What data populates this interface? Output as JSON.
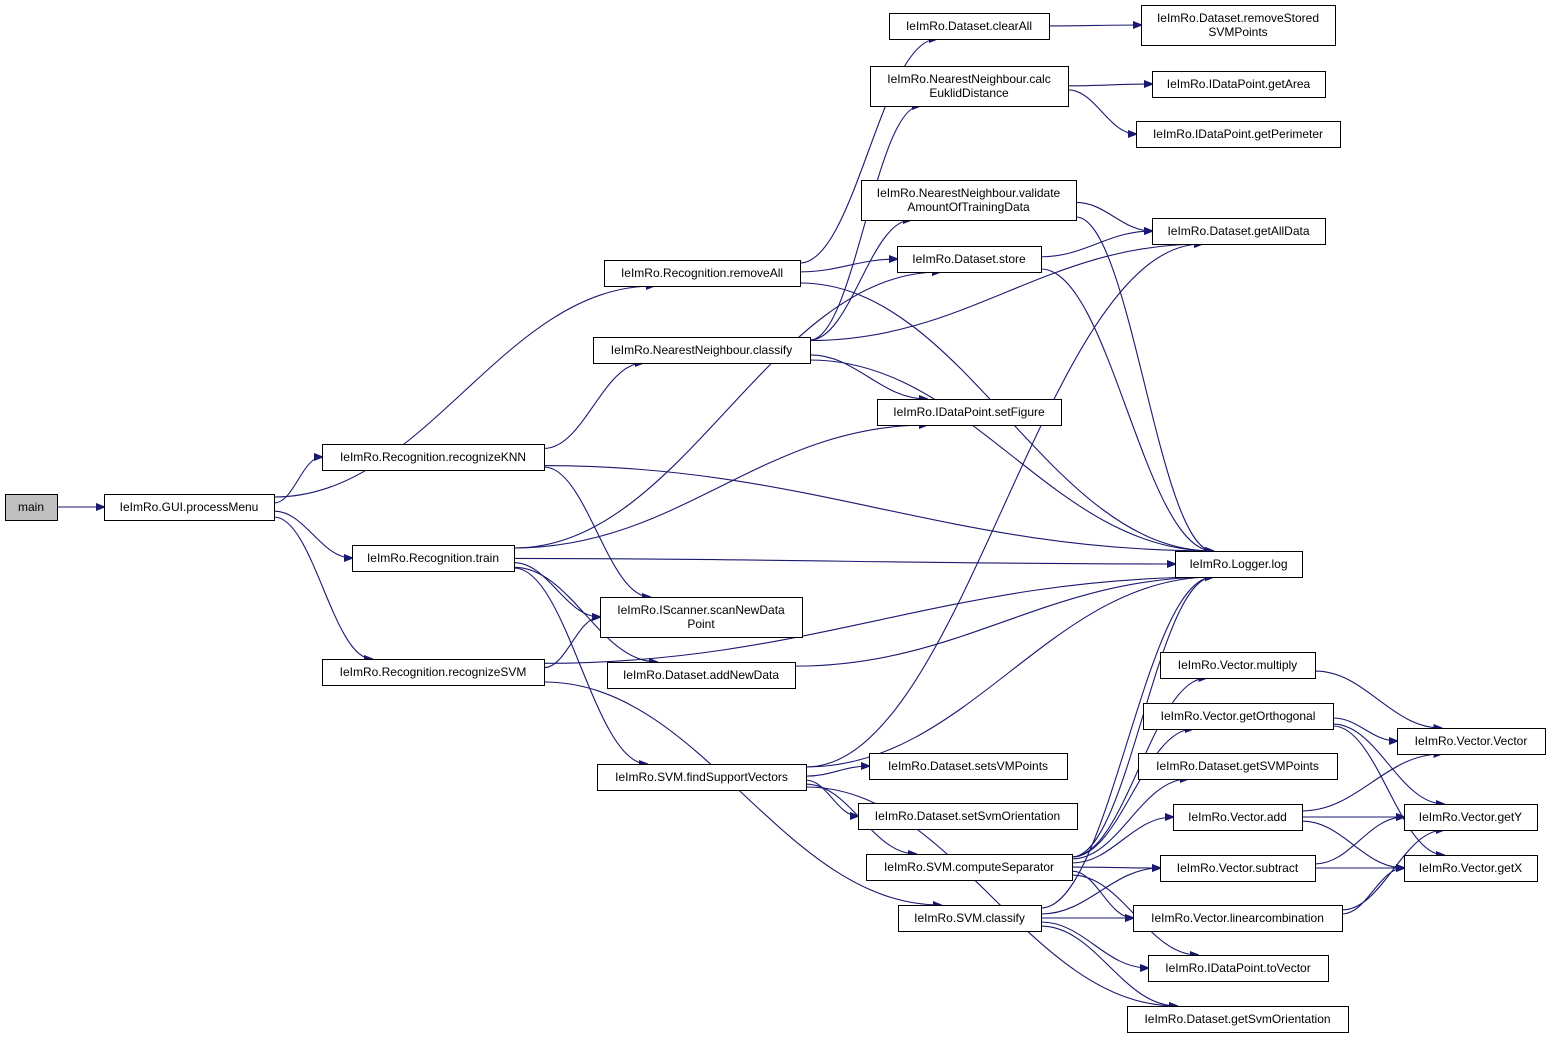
{
  "colors": {
    "edge": "#191970",
    "root_fill": "#bfbfbf",
    "node_fill": "#ffffff",
    "node_border": "#000000"
  },
  "nodes": [
    {
      "id": "main",
      "lines": [
        "main"
      ]
    },
    {
      "id": "processMenu",
      "lines": [
        "IeImRo.GUI.processMenu"
      ]
    },
    {
      "id": "removeAll",
      "lines": [
        "IeImRo.Recognition.removeAll"
      ]
    },
    {
      "id": "nnClassify",
      "lines": [
        "IeImRo.NearestNeighbour.classify"
      ]
    },
    {
      "id": "recognizeKNN",
      "lines": [
        "IeImRo.Recognition.recognizeKNN"
      ]
    },
    {
      "id": "train",
      "lines": [
        "IeImRo.Recognition.train"
      ]
    },
    {
      "id": "recognizeSVM",
      "lines": [
        "IeImRo.Recognition.recognizeSVM"
      ]
    },
    {
      "id": "clearAll",
      "lines": [
        "IeImRo.Dataset.clearAll"
      ]
    },
    {
      "id": "removeStored",
      "lines": [
        "IeImRo.Dataset.removeStored",
        "SVMPoints"
      ]
    },
    {
      "id": "calcEuklid",
      "lines": [
        "IeImRo.NearestNeighbour.calc",
        "EuklidDistance"
      ]
    },
    {
      "id": "getArea",
      "lines": [
        "IeImRo.IDataPoint.getArea"
      ]
    },
    {
      "id": "getPerimeter",
      "lines": [
        "IeImRo.IDataPoint.getPerimeter"
      ]
    },
    {
      "id": "validate",
      "lines": [
        "IeImRo.NearestNeighbour.validate",
        "AmountOfTrainingData"
      ]
    },
    {
      "id": "getAllData",
      "lines": [
        "IeImRo.Dataset.getAllData"
      ]
    },
    {
      "id": "store",
      "lines": [
        "IeImRo.Dataset.store"
      ]
    },
    {
      "id": "setFigure",
      "lines": [
        "IeImRo.IDataPoint.setFigure"
      ]
    },
    {
      "id": "log",
      "lines": [
        "IeImRo.Logger.log"
      ]
    },
    {
      "id": "scanNew",
      "lines": [
        "IeImRo.IScanner.scanNewData",
        "Point"
      ]
    },
    {
      "id": "addNewData",
      "lines": [
        "IeImRo.Dataset.addNewData"
      ]
    },
    {
      "id": "findSupport",
      "lines": [
        "IeImRo.SVM.findSupportVectors"
      ]
    },
    {
      "id": "setsVM",
      "lines": [
        "IeImRo.Dataset.setsVMPoints"
      ]
    },
    {
      "id": "setSvmOrient",
      "lines": [
        "IeImRo.Dataset.setSvmOrientation"
      ]
    },
    {
      "id": "computeSep",
      "lines": [
        "IeImRo.SVM.computeSeparator"
      ]
    },
    {
      "id": "svmClassify",
      "lines": [
        "IeImRo.SVM.classify"
      ]
    },
    {
      "id": "multiply",
      "lines": [
        "IeImRo.Vector.multiply"
      ]
    },
    {
      "id": "getOrth",
      "lines": [
        "IeImRo.Vector.getOrthogonal"
      ]
    },
    {
      "id": "getSVMPoints",
      "lines": [
        "IeImRo.Dataset.getSVMPoints"
      ]
    },
    {
      "id": "vadd",
      "lines": [
        "IeImRo.Vector.add"
      ]
    },
    {
      "id": "subtract",
      "lines": [
        "IeImRo.Vector.subtract"
      ]
    },
    {
      "id": "linear",
      "lines": [
        "IeImRo.Vector.linearcombination"
      ]
    },
    {
      "id": "toVector",
      "lines": [
        "IeImRo.IDataPoint.toVector"
      ]
    },
    {
      "id": "getSvmOrient",
      "lines": [
        "IeImRo.Dataset.getSvmOrientation"
      ]
    },
    {
      "id": "vector",
      "lines": [
        "IeImRo.Vector.Vector"
      ]
    },
    {
      "id": "getY",
      "lines": [
        "IeImRo.Vector.getY"
      ]
    },
    {
      "id": "getX",
      "lines": [
        "IeImRo.Vector.getX"
      ]
    }
  ],
  "edges": [
    [
      "main",
      "processMenu"
    ],
    [
      "processMenu",
      "removeAll"
    ],
    [
      "processMenu",
      "recognizeKNN"
    ],
    [
      "processMenu",
      "train"
    ],
    [
      "processMenu",
      "recognizeSVM"
    ],
    [
      "removeAll",
      "clearAll"
    ],
    [
      "removeAll",
      "store"
    ],
    [
      "removeAll",
      "log"
    ],
    [
      "clearAll",
      "removeStored"
    ],
    [
      "calcEuklid",
      "getArea"
    ],
    [
      "calcEuklid",
      "getPerimeter"
    ],
    [
      "nnClassify",
      "calcEuklid"
    ],
    [
      "nnClassify",
      "validate"
    ],
    [
      "nnClassify",
      "getAllData"
    ],
    [
      "nnClassify",
      "setFigure"
    ],
    [
      "nnClassify",
      "log"
    ],
    [
      "validate",
      "getAllData"
    ],
    [
      "validate",
      "log"
    ],
    [
      "store",
      "getAllData"
    ],
    [
      "store",
      "log"
    ],
    [
      "recognizeKNN",
      "nnClassify"
    ],
    [
      "recognizeKNN",
      "scanNew"
    ],
    [
      "recognizeKNN",
      "log"
    ],
    [
      "train",
      "store"
    ],
    [
      "train",
      "setFigure"
    ],
    [
      "train",
      "log"
    ],
    [
      "train",
      "scanNew"
    ],
    [
      "train",
      "addNewData"
    ],
    [
      "train",
      "findSupport"
    ],
    [
      "recognizeSVM",
      "scanNew"
    ],
    [
      "recognizeSVM",
      "log"
    ],
    [
      "recognizeSVM",
      "svmClassify"
    ],
    [
      "addNewData",
      "log"
    ],
    [
      "findSupport",
      "getAllData"
    ],
    [
      "findSupport",
      "log"
    ],
    [
      "findSupport",
      "setsVM"
    ],
    [
      "findSupport",
      "setSvmOrient"
    ],
    [
      "findSupport",
      "computeSep"
    ],
    [
      "findSupport",
      "getSvmOrient"
    ],
    [
      "computeSep",
      "log"
    ],
    [
      "computeSep",
      "multiply"
    ],
    [
      "computeSep",
      "getOrth"
    ],
    [
      "computeSep",
      "getSVMPoints"
    ],
    [
      "computeSep",
      "vadd"
    ],
    [
      "computeSep",
      "subtract"
    ],
    [
      "computeSep",
      "linear"
    ],
    [
      "computeSep",
      "toVector"
    ],
    [
      "svmClassify",
      "log"
    ],
    [
      "svmClassify",
      "subtract"
    ],
    [
      "svmClassify",
      "linear"
    ],
    [
      "svmClassify",
      "toVector"
    ],
    [
      "svmClassify",
      "getSvmOrient"
    ],
    [
      "multiply",
      "vector"
    ],
    [
      "getOrth",
      "vector"
    ],
    [
      "getOrth",
      "getY"
    ],
    [
      "getOrth",
      "getX"
    ],
    [
      "vadd",
      "vector"
    ],
    [
      "vadd",
      "getY"
    ],
    [
      "vadd",
      "getX"
    ],
    [
      "subtract",
      "getY"
    ],
    [
      "subtract",
      "getX"
    ],
    [
      "linear",
      "getY"
    ],
    [
      "linear",
      "getX"
    ]
  ]
}
